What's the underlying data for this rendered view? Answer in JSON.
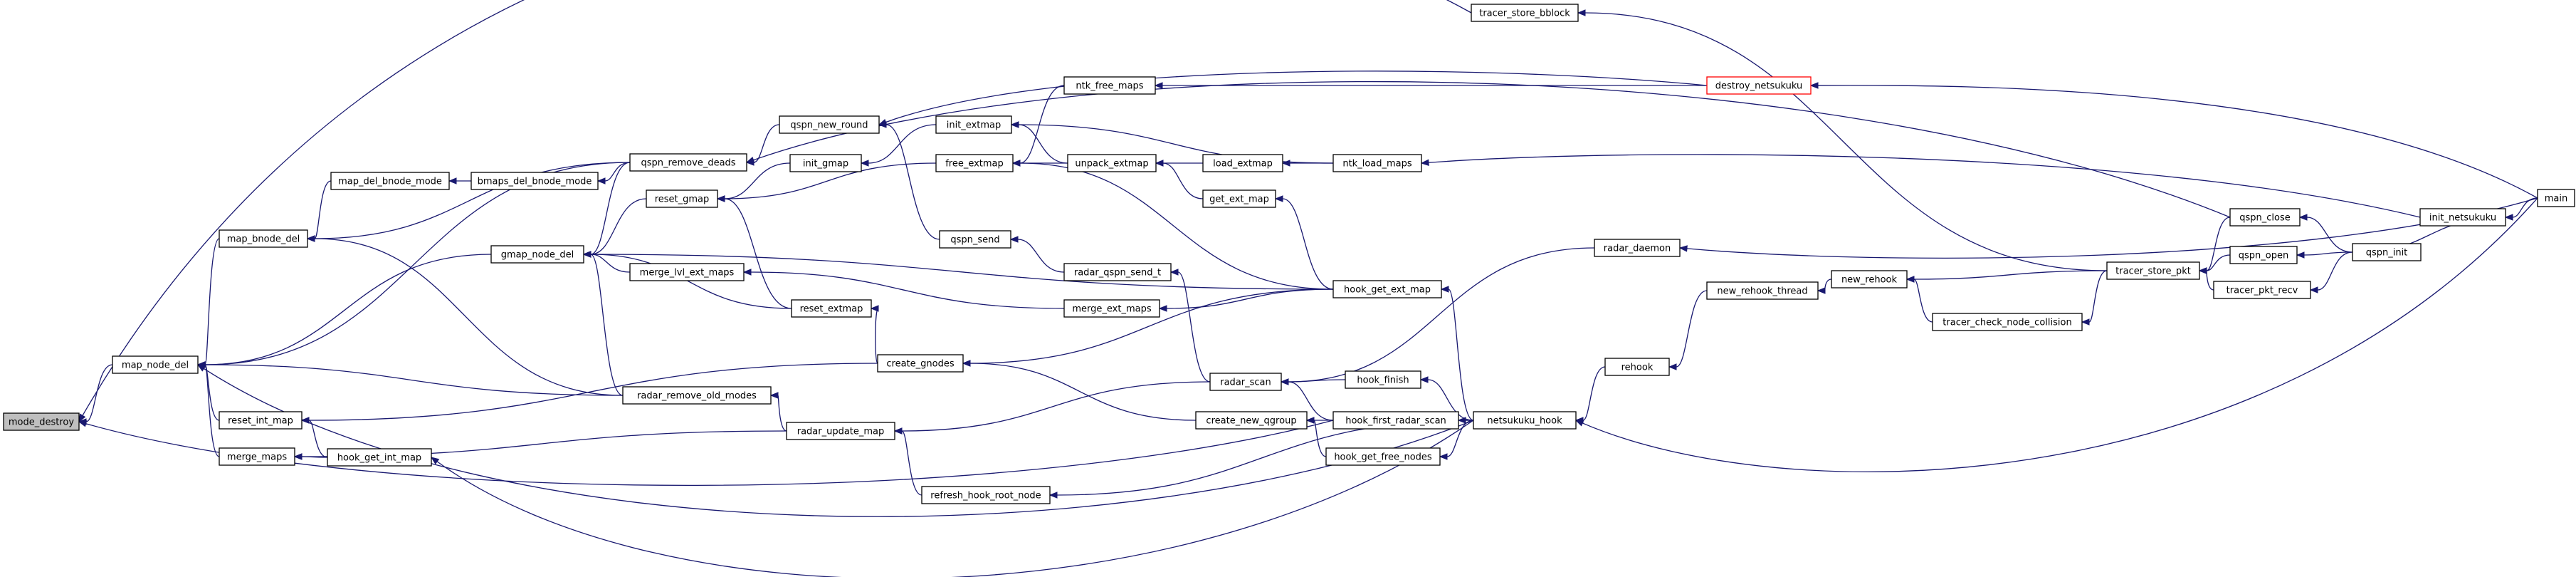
{
  "colors": {
    "edge": "#191970",
    "node_border": "#000000",
    "node_fill": "#ffffff",
    "root_fill": "#bfbfbf",
    "red_border": "#ff0000"
  },
  "nodes": [
    {
      "id": "mode_destroy",
      "label": "mode_destroy",
      "style": "root"
    },
    {
      "id": "map_node_del",
      "label": "map_node_del"
    },
    {
      "id": "map_bnode_del",
      "label": "map_bnode_del"
    },
    {
      "id": "reset_int_map",
      "label": "reset_int_map"
    },
    {
      "id": "merge_maps",
      "label": "merge_maps"
    },
    {
      "id": "map_del_bnode_mode",
      "label": "map_del_bnode_mode"
    },
    {
      "id": "hook_get_int_map",
      "label": "hook_get_int_map"
    },
    {
      "id": "gmap_node_del",
      "label": "gmap_node_del"
    },
    {
      "id": "bmaps_del_bnode_mode",
      "label": "bmaps_del_bnode_mode"
    },
    {
      "id": "qspn_remove_deads",
      "label": "qspn_remove_deads"
    },
    {
      "id": "reset_gmap",
      "label": "reset_gmap"
    },
    {
      "id": "merge_lvl_ext_maps",
      "label": "merge_lvl_ext_maps"
    },
    {
      "id": "radar_remove_old_rnodes",
      "label": "radar_remove_old_rnodes"
    },
    {
      "id": "radar_update_map",
      "label": "radar_update_map"
    },
    {
      "id": "qspn_new_round",
      "label": "qspn_new_round"
    },
    {
      "id": "init_gmap",
      "label": "init_gmap"
    },
    {
      "id": "reset_extmap",
      "label": "reset_extmap"
    },
    {
      "id": "create_gnodes",
      "label": "create_gnodes"
    },
    {
      "id": "qspn_send",
      "label": "qspn_send"
    },
    {
      "id": "init_extmap",
      "label": "init_extmap"
    },
    {
      "id": "free_extmap",
      "label": "free_extmap"
    },
    {
      "id": "ntk_free_maps",
      "label": "ntk_free_maps"
    },
    {
      "id": "radar_qspn_send_t",
      "label": "radar_qspn_send_t"
    },
    {
      "id": "merge_ext_maps",
      "label": "merge_ext_maps"
    },
    {
      "id": "refresh_hook_root_node",
      "label": "refresh_hook_root_node"
    },
    {
      "id": "create_new_qgroup",
      "label": "create_new_qgroup"
    },
    {
      "id": "unpack_extmap",
      "label": "unpack_extmap"
    },
    {
      "id": "load_extmap",
      "label": "load_extmap"
    },
    {
      "id": "get_ext_map",
      "label": "get_ext_map"
    },
    {
      "id": "ntk_load_maps",
      "label": "ntk_load_maps"
    },
    {
      "id": "radar_scan",
      "label": "radar_scan"
    },
    {
      "id": "hook_finish",
      "label": "hook_finish"
    },
    {
      "id": "hook_first_radar_scan",
      "label": "hook_first_radar_scan"
    },
    {
      "id": "hook_get_free_nodes",
      "label": "hook_get_free_nodes"
    },
    {
      "id": "hook_get_ext_map",
      "label": "hook_get_ext_map"
    },
    {
      "id": "tracer_store_bblock",
      "label": "tracer_store_bblock"
    },
    {
      "id": "netsukuku_hook",
      "label": "netsukuku_hook"
    },
    {
      "id": "radar_daemon",
      "label": "radar_daemon"
    },
    {
      "id": "rehook",
      "label": "rehook"
    },
    {
      "id": "destroy_netsukuku",
      "label": "destroy_netsukuku",
      "style": "red"
    },
    {
      "id": "new_rehook_thread",
      "label": "new_rehook_thread"
    },
    {
      "id": "new_rehook",
      "label": "new_rehook"
    },
    {
      "id": "tracer_check_node_collision",
      "label": "tracer_check_node_collision"
    },
    {
      "id": "tracer_store_pkt",
      "label": "tracer_store_pkt"
    },
    {
      "id": "qspn_close",
      "label": "qspn_close"
    },
    {
      "id": "qspn_open",
      "label": "qspn_open"
    },
    {
      "id": "tracer_pkt_recv",
      "label": "tracer_pkt_recv"
    },
    {
      "id": "qspn_init",
      "label": "qspn_init"
    },
    {
      "id": "init_netsukuku",
      "label": "init_netsukuku"
    },
    {
      "id": "main",
      "label": "main"
    }
  ],
  "edges": [
    {
      "from": "map_node_del",
      "to": "mode_destroy"
    },
    {
      "from": "tracer_store_bblock",
      "to": "mode_destroy"
    },
    {
      "from": "hook_first_radar_scan",
      "to": "mode_destroy"
    },
    {
      "from": "map_bnode_del",
      "to": "map_node_del"
    },
    {
      "from": "gmap_node_del",
      "to": "map_node_del"
    },
    {
      "from": "qspn_remove_deads",
      "to": "map_node_del"
    },
    {
      "from": "radar_remove_old_rnodes",
      "to": "map_node_del"
    },
    {
      "from": "reset_int_map",
      "to": "map_node_del"
    },
    {
      "from": "merge_maps",
      "to": "map_node_del"
    },
    {
      "from": "netsukuku_hook",
      "to": "map_node_del"
    },
    {
      "from": "map_del_bnode_mode",
      "to": "map_bnode_del"
    },
    {
      "from": "qspn_remove_deads",
      "to": "map_bnode_del"
    },
    {
      "from": "radar_remove_old_rnodes",
      "to": "map_bnode_del"
    },
    {
      "from": "bmaps_del_bnode_mode",
      "to": "map_del_bnode_mode"
    },
    {
      "from": "qspn_remove_deads",
      "to": "bmaps_del_bnode_mode"
    },
    {
      "from": "qspn_new_round",
      "to": "qspn_remove_deads"
    },
    {
      "from": "qspn_send",
      "to": "qspn_new_round"
    },
    {
      "from": "destroy_netsukuku",
      "to": "qspn_new_round"
    },
    {
      "from": "radar_qspn_send_t",
      "to": "qspn_send"
    },
    {
      "from": "radar_scan",
      "to": "radar_qspn_send_t"
    },
    {
      "from": "hook_get_int_map",
      "to": "reset_int_map"
    },
    {
      "from": "create_gnodes",
      "to": "reset_int_map"
    },
    {
      "from": "hook_get_int_map",
      "to": "merge_maps"
    },
    {
      "from": "radar_update_map",
      "to": "merge_maps"
    },
    {
      "from": "netsukuku_hook",
      "to": "hook_get_int_map"
    },
    {
      "from": "reset_gmap",
      "to": "gmap_node_del"
    },
    {
      "from": "merge_lvl_ext_maps",
      "to": "gmap_node_del"
    },
    {
      "from": "reset_extmap",
      "to": "gmap_node_del"
    },
    {
      "from": "qspn_remove_deads",
      "to": "gmap_node_del"
    },
    {
      "from": "radar_remove_old_rnodes",
      "to": "gmap_node_del"
    },
    {
      "from": "hook_get_ext_map",
      "to": "gmap_node_del"
    },
    {
      "from": "init_gmap",
      "to": "reset_gmap"
    },
    {
      "from": "free_extmap",
      "to": "reset_gmap"
    },
    {
      "from": "reset_extmap",
      "to": "reset_gmap"
    },
    {
      "from": "init_extmap",
      "to": "init_gmap"
    },
    {
      "from": "create_gnodes",
      "to": "reset_extmap"
    },
    {
      "from": "merge_ext_maps",
      "to": "merge_lvl_ext_maps"
    },
    {
      "from": "hook_get_ext_map",
      "to": "merge_ext_maps"
    },
    {
      "from": "radar_update_map",
      "to": "radar_remove_old_rnodes"
    },
    {
      "from": "radar_scan",
      "to": "radar_update_map"
    },
    {
      "from": "refresh_hook_root_node",
      "to": "radar_update_map"
    },
    {
      "from": "netsukuku_hook",
      "to": "refresh_hook_root_node"
    },
    {
      "from": "hook_get_ext_map",
      "to": "create_gnodes"
    },
    {
      "from": "create_new_qgroup",
      "to": "create_gnodes"
    },
    {
      "from": "hook_first_radar_scan",
      "to": "create_new_qgroup"
    },
    {
      "from": "hook_get_free_nodes",
      "to": "create_new_qgroup"
    },
    {
      "from": "unpack_extmap",
      "to": "init_extmap"
    },
    {
      "from": "ntk_load_maps",
      "to": "init_extmap"
    },
    {
      "from": "ntk_free_maps",
      "to": "free_extmap"
    },
    {
      "from": "unpack_extmap",
      "to": "free_extmap"
    },
    {
      "from": "hook_get_ext_map",
      "to": "free_extmap"
    },
    {
      "from": "destroy_netsukuku",
      "to": "ntk_free_maps"
    },
    {
      "from": "load_extmap",
      "to": "unpack_extmap"
    },
    {
      "from": "get_ext_map",
      "to": "unpack_extmap"
    },
    {
      "from": "ntk_load_maps",
      "to": "load_extmap"
    },
    {
      "from": "hook_get_ext_map",
      "to": "get_ext_map"
    },
    {
      "from": "init_netsukuku",
      "to": "ntk_load_maps"
    },
    {
      "from": "netsukuku_hook",
      "to": "hook_get_ext_map"
    },
    {
      "from": "hook_finish",
      "to": "radar_scan"
    },
    {
      "from": "hook_first_radar_scan",
      "to": "radar_scan"
    },
    {
      "from": "radar_daemon",
      "to": "radar_scan"
    },
    {
      "from": "netsukuku_hook",
      "to": "hook_finish"
    },
    {
      "from": "netsukuku_hook",
      "to": "hook_first_radar_scan"
    },
    {
      "from": "netsukuku_hook",
      "to": "hook_get_free_nodes"
    },
    {
      "from": "tracer_store_pkt",
      "to": "tracer_store_bblock"
    },
    {
      "from": "rehook",
      "to": "netsukuku_hook"
    },
    {
      "from": "main",
      "to": "netsukuku_hook"
    },
    {
      "from": "main",
      "to": "radar_daemon"
    },
    {
      "from": "new_rehook_thread",
      "to": "rehook"
    },
    {
      "from": "new_rehook",
      "to": "new_rehook_thread"
    },
    {
      "from": "tracer_check_node_collision",
      "to": "new_rehook"
    },
    {
      "from": "tracer_store_pkt",
      "to": "new_rehook"
    },
    {
      "from": "tracer_store_pkt",
      "to": "tracer_check_node_collision"
    },
    {
      "from": "qspn_close",
      "to": "tracer_store_pkt"
    },
    {
      "from": "qspn_open",
      "to": "tracer_store_pkt"
    },
    {
      "from": "tracer_pkt_recv",
      "to": "tracer_store_pkt"
    },
    {
      "from": "qspn_init",
      "to": "qspn_close"
    },
    {
      "from": "qspn_init",
      "to": "qspn_open"
    },
    {
      "from": "qspn_init",
      "to": "tracer_pkt_recv"
    },
    {
      "from": "init_netsukuku",
      "to": "qspn_init"
    },
    {
      "from": "main",
      "to": "init_netsukuku"
    },
    {
      "from": "main",
      "to": "destroy_netsukuku"
    },
    {
      "from": "qspn_close",
      "to": "qspn_remove_deads"
    }
  ]
}
